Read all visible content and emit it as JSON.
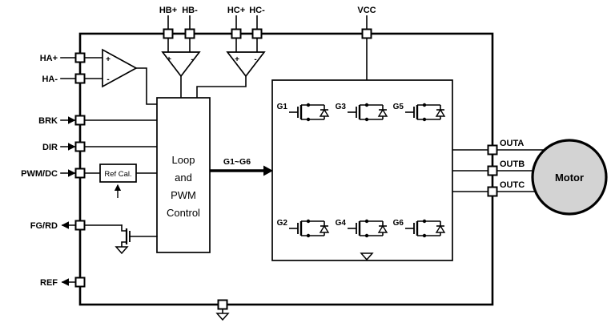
{
  "pins": {
    "left": [
      "HA+",
      "HA-",
      "BRK",
      "DIR",
      "PWM/DC",
      "FG/RD",
      "REF"
    ],
    "top": [
      "HB+",
      "HB-",
      "HC+",
      "HC-",
      "VCC"
    ],
    "right": [
      "OUTA",
      "OUTB",
      "OUTC"
    ]
  },
  "control": {
    "lines": [
      "Loop",
      "and",
      "PWM",
      "Control"
    ],
    "ref_cal": "Ref Cal."
  },
  "bridge": {
    "gates": [
      "G1",
      "G2",
      "G3",
      "G4",
      "G5",
      "G6"
    ],
    "bus_label": "G1~G6"
  },
  "motor": {
    "label": "Motor"
  },
  "signs": {
    "plus": "+",
    "minus": "-"
  },
  "colors": {
    "line": "#000000",
    "motor_fill": "#d3d3d3",
    "background": "#ffffff"
  }
}
